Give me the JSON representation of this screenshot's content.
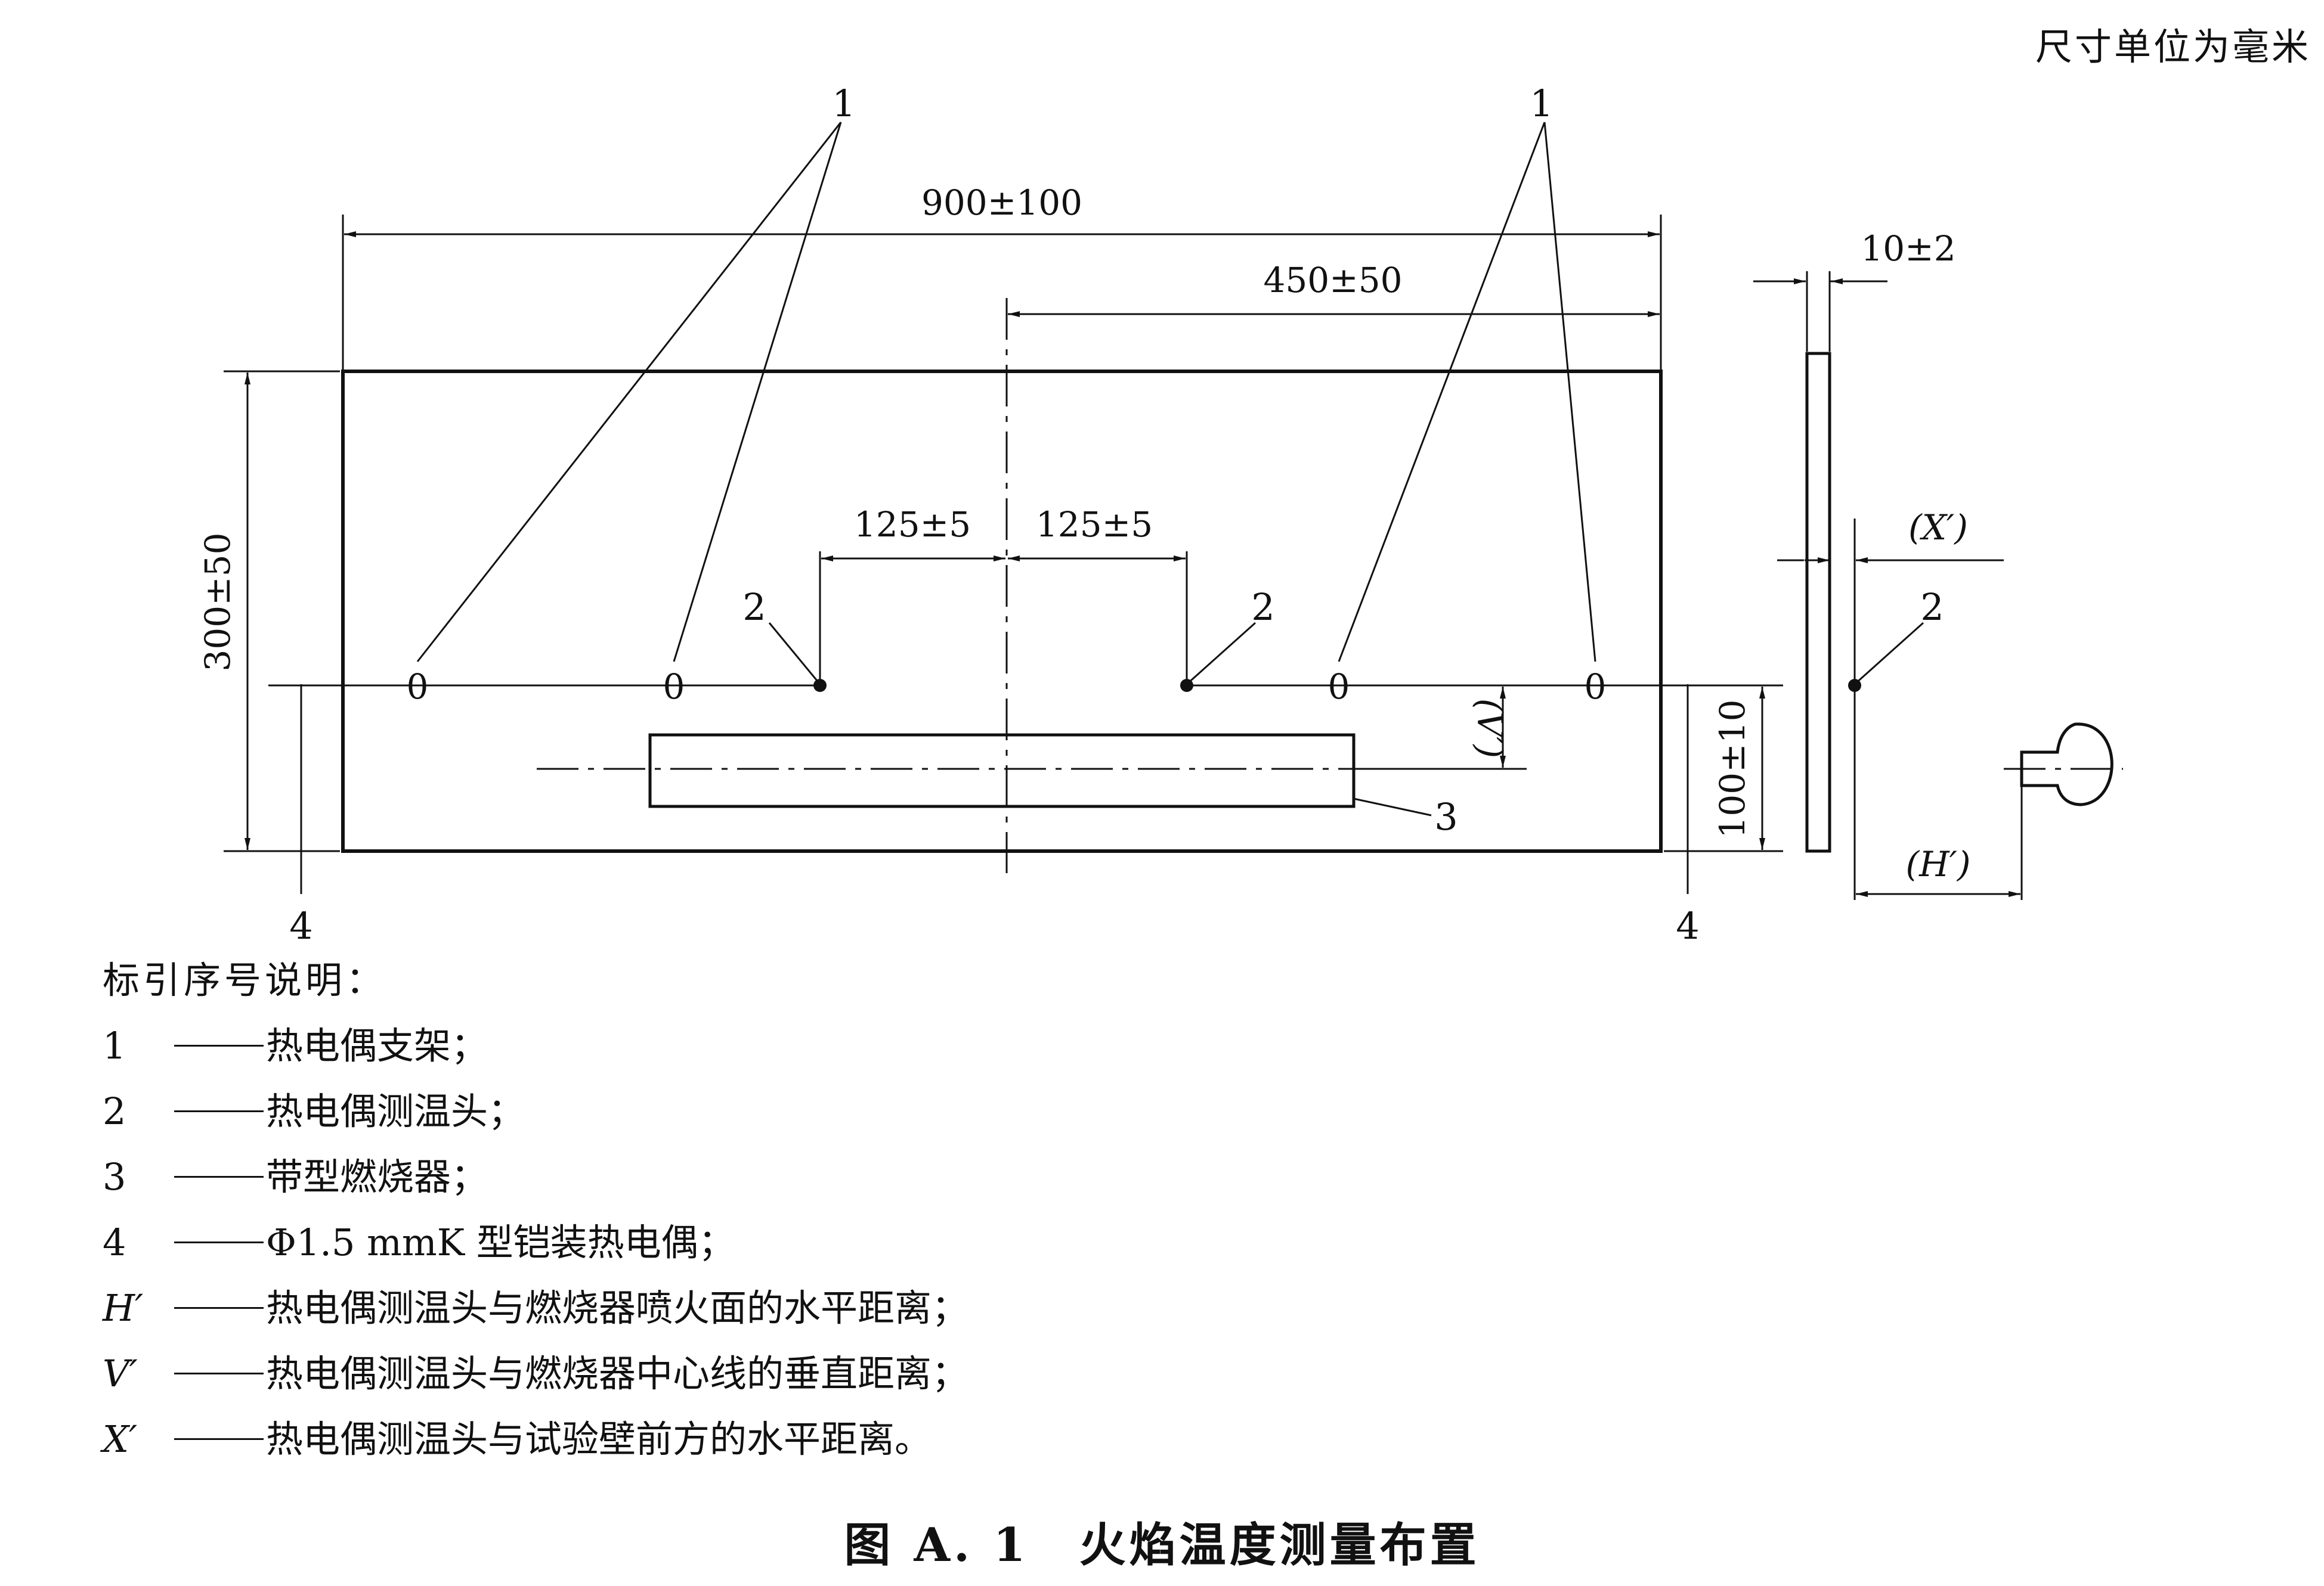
{
  "unit_note": "尺寸单位为毫米",
  "dimensions": {
    "overall_width": "900±100",
    "half_width": "450±50",
    "left_offset": "125±5",
    "right_offset": "125±5",
    "height": "300±50",
    "probe_height": "100±10",
    "wall_thickness": "10±2",
    "x_prime": "(X′)",
    "v_prime": "(V′)",
    "h_prime": "(H′)"
  },
  "callouts": {
    "holder_left": "1",
    "holder_right": "1",
    "probe_left": "2",
    "probe_right": "2",
    "probe_side": "2",
    "burner": "3",
    "sheathed_left": "4",
    "sheathed_right": "4",
    "zero_1": "0",
    "zero_2": "0",
    "zero_3": "0",
    "zero_4": "0"
  },
  "legend": {
    "title": "标引序号说明：",
    "items": [
      {
        "key": "1",
        "text": "热电偶支架；"
      },
      {
        "key": "2",
        "text": "热电偶测温头；"
      },
      {
        "key": "3",
        "text": "带型燃烧器；"
      },
      {
        "key": "4",
        "text": "Φ1.5 mmK 型铠装热电偶；"
      },
      {
        "key": "H′",
        "text": "热电偶测温头与燃烧器喷火面的水平距离；"
      },
      {
        "key": "V′",
        "text": "热电偶测温头与燃烧器中心线的垂直距离；"
      },
      {
        "key": "X′",
        "text": "热电偶测温头与试验壁前方的水平距离。"
      }
    ]
  },
  "caption": "图 A. 1　火焰温度测量布置"
}
